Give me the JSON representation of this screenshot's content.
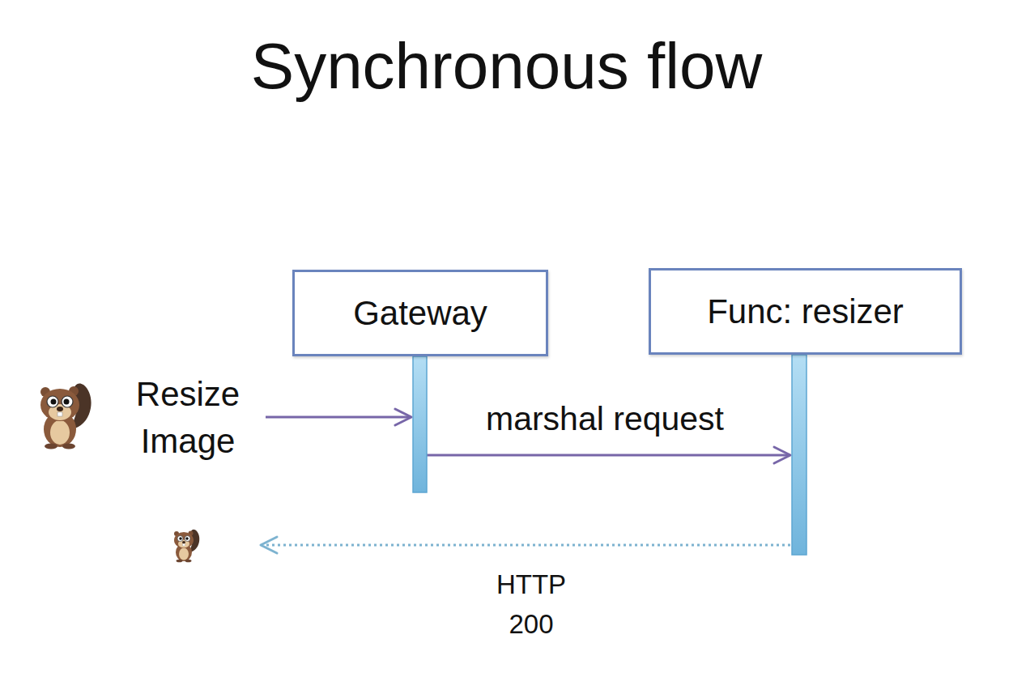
{
  "diagram": {
    "title": "Synchronous flow",
    "nodes": [
      {
        "text": [
          "Gateway"
        ]
      },
      {
        "text": [
          "Func: resizer"
        ]
      }
    ],
    "edges": [
      {
        "from": 0,
        "to": 1,
        "label": "marshal request",
        "arrow": "to"
      }
    ],
    "labels": [
      "Resize Image",
      "HTTP 200"
    ]
  }
}
